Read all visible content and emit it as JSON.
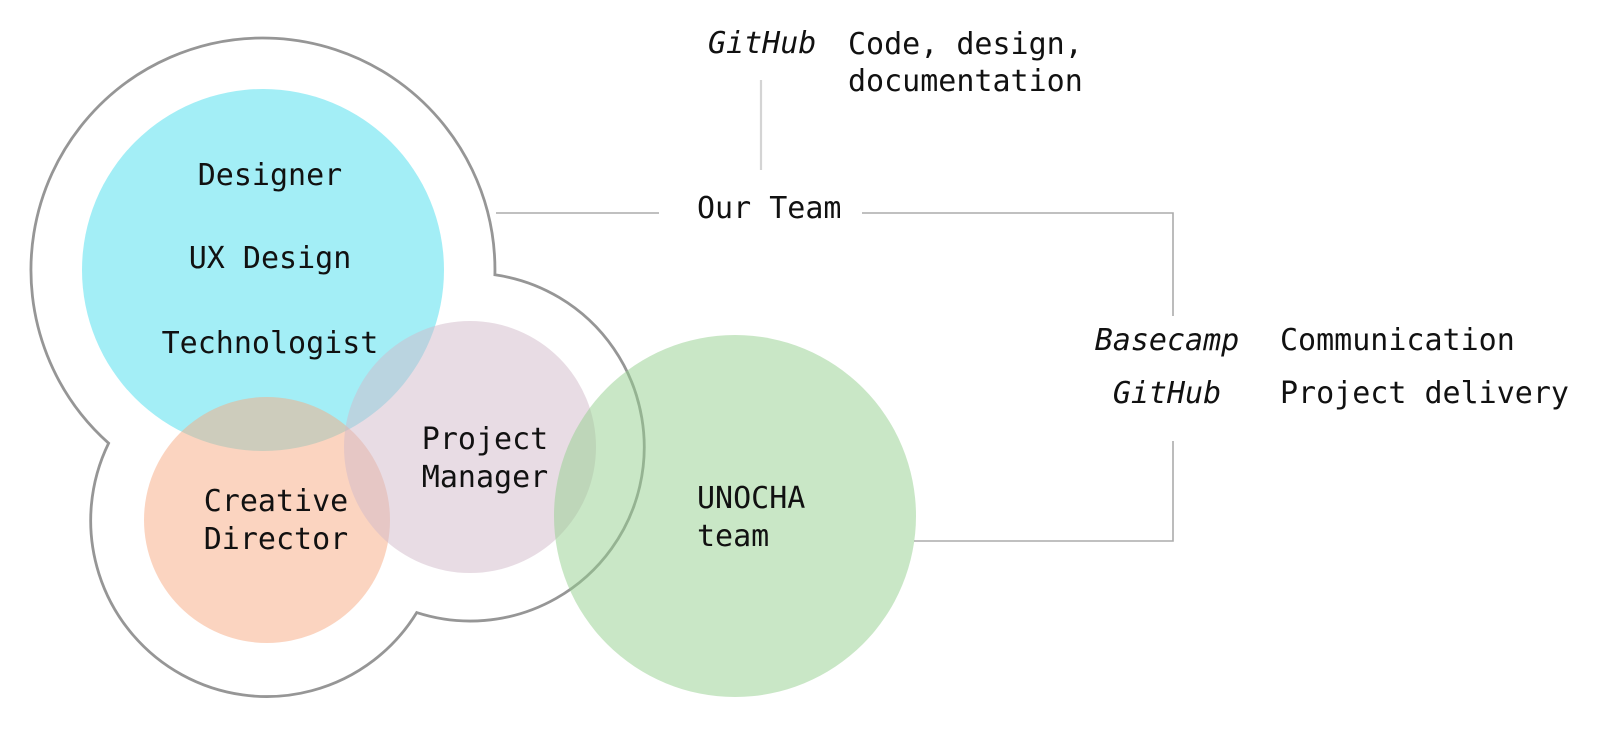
{
  "diagram": {
    "title_node": {
      "label": "Our Team"
    },
    "top_tool": {
      "name": "GitHub",
      "description": "Code, design,\ndocumentation"
    },
    "right_tools": {
      "rows": [
        {
          "name": "Basecamp",
          "description": "Communication"
        },
        {
          "name": "GitHub",
          "description": "Project delivery"
        }
      ]
    },
    "circles": {
      "designer": {
        "roles": [
          "Designer",
          "UX Design",
          "Technologist"
        ],
        "fill": "#a3eef6"
      },
      "creative_director": {
        "label": "Creative\nDirector",
        "fill": "#fbd5c1"
      },
      "project_manager": {
        "label": "Project\nManager",
        "fill": "#e8dce4"
      },
      "unocha_team": {
        "label": "UNOCHA\nteam",
        "fill": "#c9e7c6"
      }
    },
    "colors": {
      "team_outline": "#969696",
      "connector": "#ababab",
      "top_connector": "#d4d4d4",
      "text": "#111111"
    }
  }
}
